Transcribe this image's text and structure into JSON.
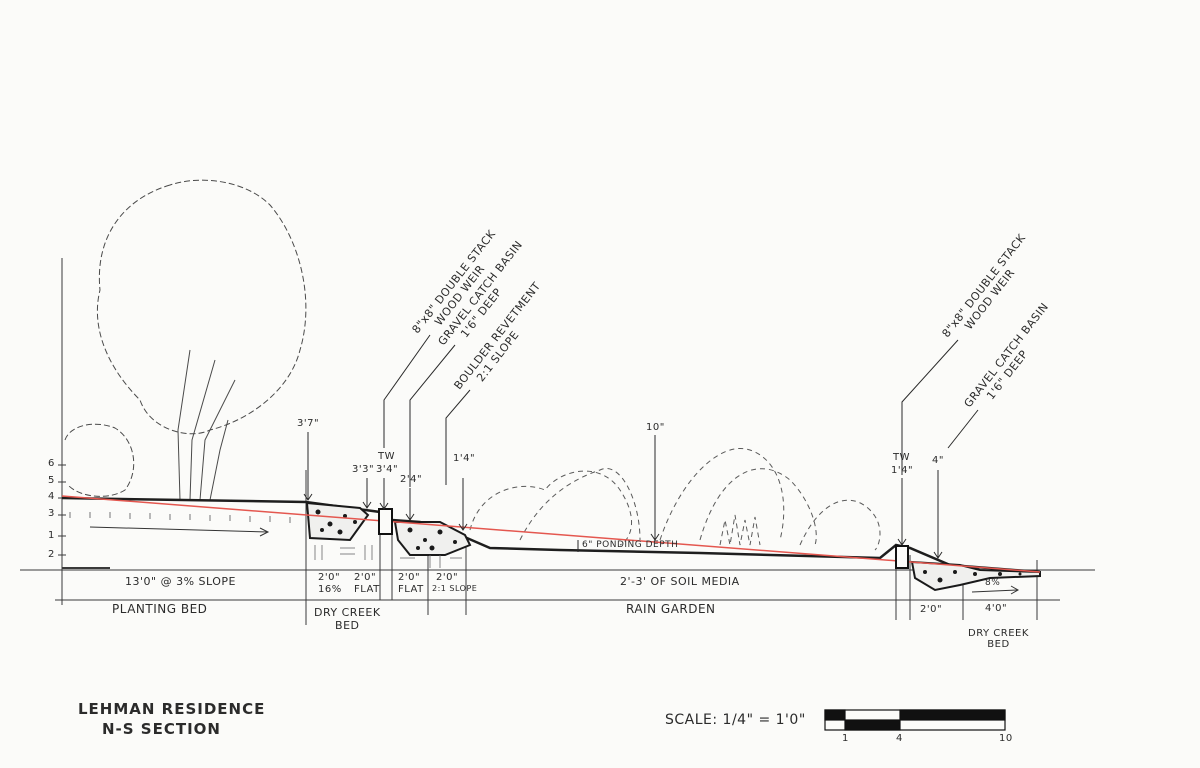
{
  "drawing": {
    "title_line1": "LEHMAN RESIDENCE",
    "title_line2": "N-S SECTION",
    "scale_label": "SCALE: 1/4\" = 1'0\"",
    "scale_ticks": [
      "1",
      "4",
      "10"
    ],
    "colors": {
      "paper": "#fbfbf9",
      "ink": "#1e1e1e",
      "slope_line": "#e4574f"
    }
  },
  "vertical_axis": {
    "ticks": [
      "1",
      "2",
      "3",
      "4",
      "5",
      "6"
    ]
  },
  "callouts_left": [
    {
      "line1": "8\"x8\" DOUBLE STACK",
      "line2": "WOOD WEIR"
    },
    {
      "line1": "GRAVEL CATCH BASIN",
      "line2": "1'6\" DEEP"
    },
    {
      "line1": "BOULDER REVETMENT",
      "line2": "2:1 SLOPE"
    }
  ],
  "callouts_right": [
    {
      "line1": "8\"x8\" DOUBLE STACK",
      "line2": "WOOD WEIR"
    },
    {
      "line1": "GRAVEL CATCH BASIN",
      "line2": "1'6\" DEEP"
    }
  ],
  "elevations": {
    "e1": "3'7\"",
    "e2": "3'3\"",
    "tw1_label": "TW",
    "tw1_value": "3'4\"",
    "e3": "2'4\"",
    "e4": "1'4\"",
    "e5": "10\"",
    "tw2_label": "TW",
    "tw2_value": "1'4\"",
    "e6": "4\""
  },
  "dimensions": {
    "planting": "13'0\" @ 3% SLOPE",
    "seg1_a": "2'0\"",
    "seg1_b": "16%",
    "seg2_a": "2'0\"",
    "seg2_b": "FLAT",
    "seg3_a": "2'0\"",
    "seg3_b": "FLAT",
    "seg4_a": "2'0\"",
    "seg4_b": "2:1 SLOPE",
    "soil": "2'-3' OF SOIL MEDIA",
    "ponding": "6\" PONDING DEPTH",
    "seg5": "2'0\"",
    "seg6": "4'0\"",
    "slope_right": "8%"
  },
  "zones": {
    "planting_bed": "PLANTING BED",
    "dry_creek_1_line1": "DRY CREEK",
    "dry_creek_1_line2": "BED",
    "rain_garden": "RAIN GARDEN",
    "dry_creek_2_line1": "DRY CREEK",
    "dry_creek_2_line2": "BED"
  }
}
